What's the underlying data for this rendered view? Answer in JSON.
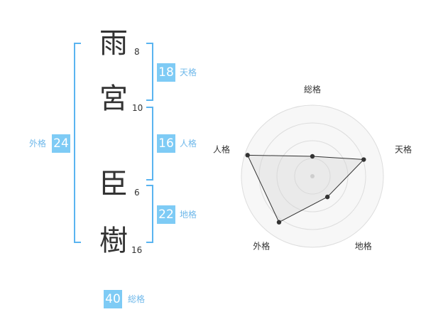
{
  "name": {
    "chars": [
      {
        "char": "雨",
        "strokes": "8"
      },
      {
        "char": "宮",
        "strokes": "10"
      },
      {
        "char": "臣",
        "strokes": "6"
      },
      {
        "char": "樹",
        "strokes": "16"
      }
    ]
  },
  "fortune": {
    "tenkaku": {
      "value": "18",
      "label": "天格"
    },
    "jinkaku": {
      "value": "16",
      "label": "人格"
    },
    "chikaku": {
      "value": "22",
      "label": "地格"
    },
    "gaikaku": {
      "value": "24",
      "label": "外格"
    },
    "soukaku": {
      "value": "40",
      "label": "総格"
    }
  },
  "colors": {
    "accent": "#5ab4f0",
    "badge": "#7ecbf5",
    "label": "#6fb8ea"
  },
  "chart_data": {
    "type": "radar",
    "axes": [
      "総格",
      "天格",
      "地格",
      "外格",
      "人格"
    ],
    "values": [
      1.4,
      3.8,
      1.8,
      4.0,
      4.8
    ],
    "range": [
      0,
      5
    ],
    "rings": 4
  }
}
